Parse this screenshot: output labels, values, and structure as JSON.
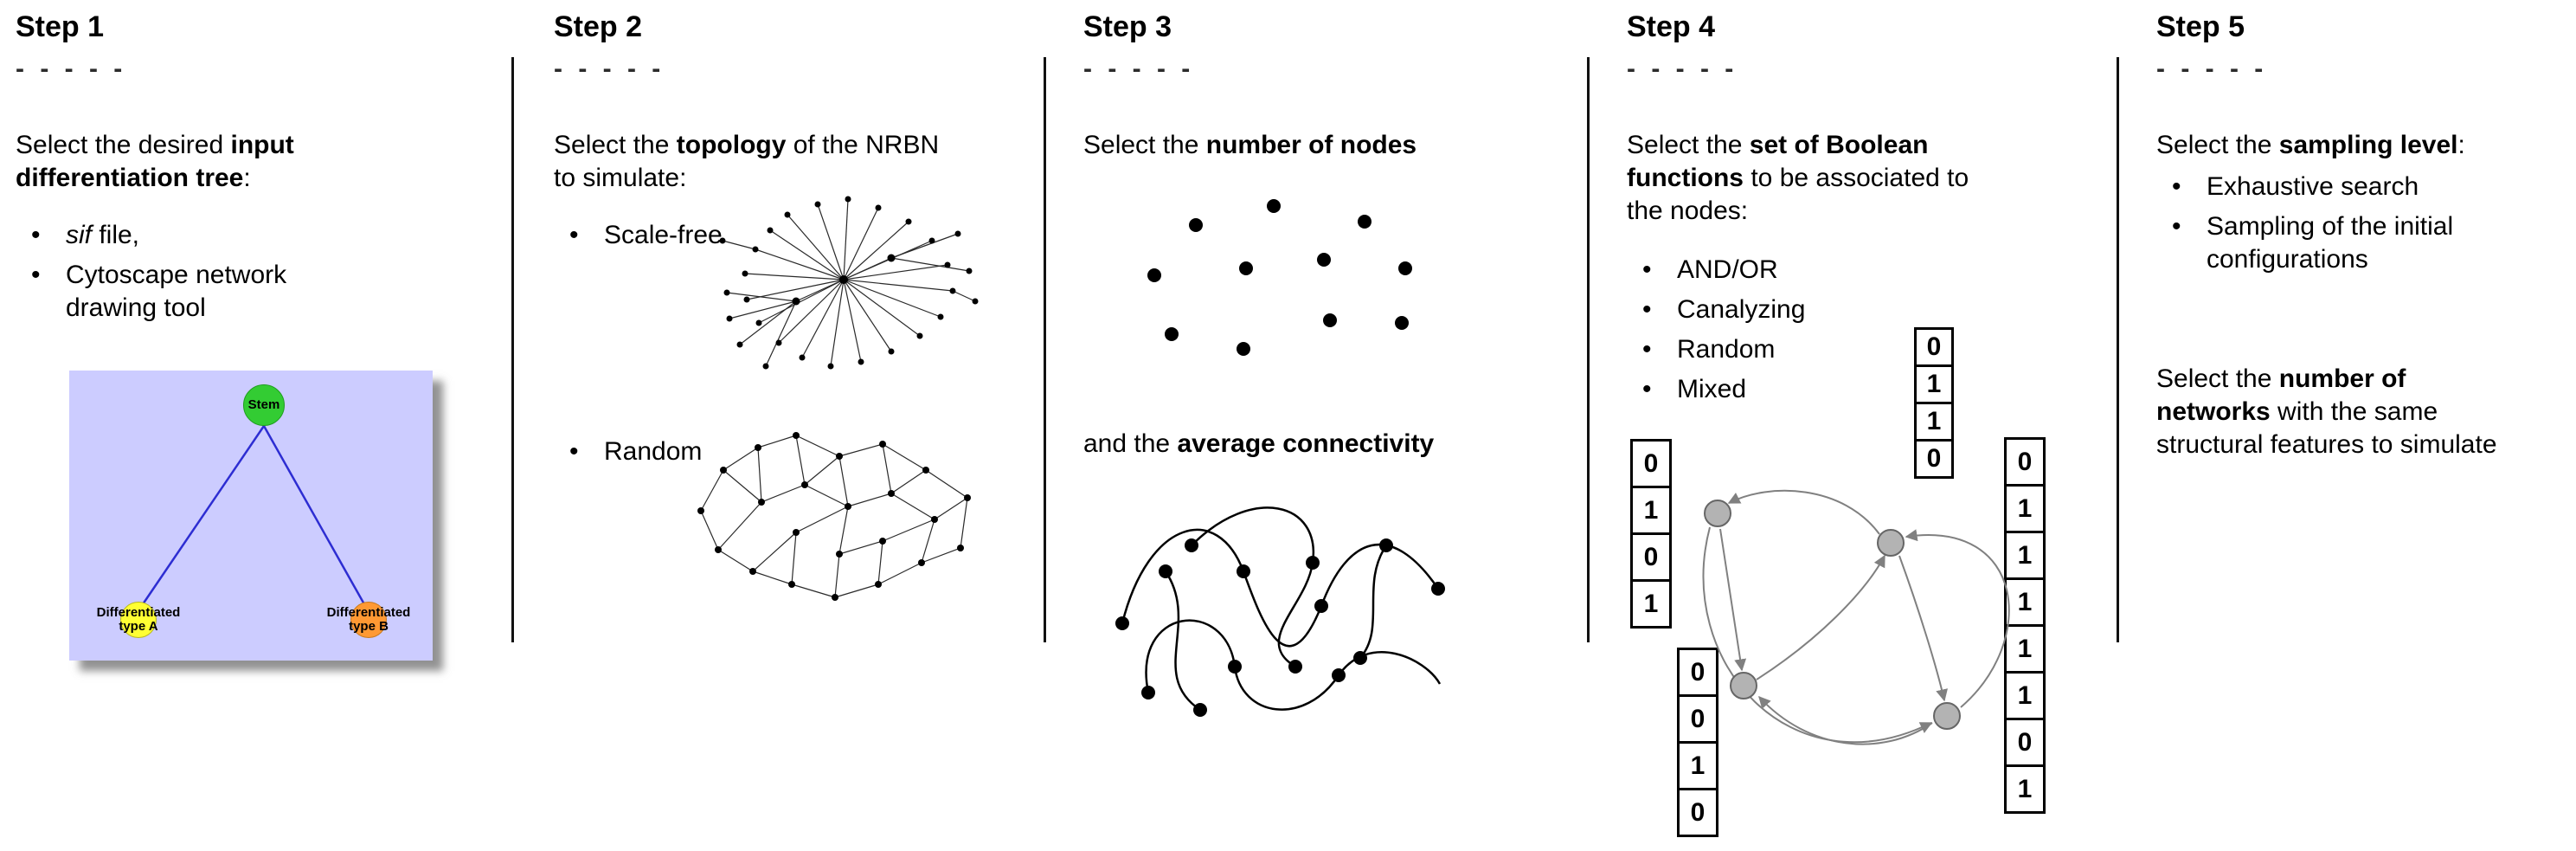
{
  "palette": {
    "tree_background": "#ccccff",
    "stem_green": "#33cc33",
    "type_a_yellow": "#ffff33",
    "type_b_orange": "#ff9933",
    "edge_blue": "#2d2dd2",
    "node_gray": "#b3b3b3"
  },
  "steps": [
    {
      "title": "Step 1",
      "dashes": "- - - - -",
      "intro": {
        "pre": "Select the desired ",
        "bold": "input differentiation tree",
        "post": ":"
      },
      "bullets": [
        {
          "italic": "sif",
          "text": " file,"
        },
        {
          "text": "Cytoscape network drawing tool"
        }
      ],
      "tree": {
        "root": "Stem",
        "left_line1": "Differentiated",
        "left_line2": "type A",
        "right_line1": "Differentiated",
        "right_line2": "type B"
      }
    },
    {
      "title": "Step 2",
      "dashes": "- - - - -",
      "intro": {
        "pre": "Select the ",
        "bold": "topology",
        "post": " of the NRBN to simulate:"
      },
      "bullets": [
        {
          "text": "Scale-free"
        },
        {
          "text": "Random"
        }
      ]
    },
    {
      "title": "Step 3",
      "dashes": "- - - - -",
      "intro": {
        "pre": "Select the ",
        "bold": "number of nodes",
        "post": ""
      },
      "second": {
        "pre": "and the ",
        "bold": "average connectivity",
        "post": ""
      }
    },
    {
      "title": "Step 4",
      "dashes": "- - - - -",
      "intro": {
        "pre": "Select the ",
        "bold": "set of Boolean functions",
        "post": " to be associated to the nodes:"
      },
      "bullets": [
        {
          "text": "AND/OR"
        },
        {
          "text": "Canalyzing"
        },
        {
          "text": "Random"
        },
        {
          "text": "Mixed"
        }
      ],
      "tables": {
        "top": [
          "0",
          "1",
          "1",
          "0"
        ],
        "left": [
          "0",
          "1",
          "0",
          "1"
        ],
        "bottom_left": [
          "0",
          "0",
          "1",
          "0"
        ],
        "right": [
          "0",
          "1",
          "1",
          "1",
          "1",
          "1",
          "0",
          "1"
        ]
      }
    },
    {
      "title": "Step 5",
      "dashes": "- - - - -",
      "intro": {
        "pre": "Select the ",
        "bold": "sampling level",
        "post": ":"
      },
      "bullets": [
        {
          "text": "Exhaustive search"
        },
        {
          "text": "Sampling of the initial configurations"
        }
      ],
      "second": {
        "pre": "Select the ",
        "bold": "number of networks",
        "post": " with the same structural features to simulate"
      }
    }
  ]
}
